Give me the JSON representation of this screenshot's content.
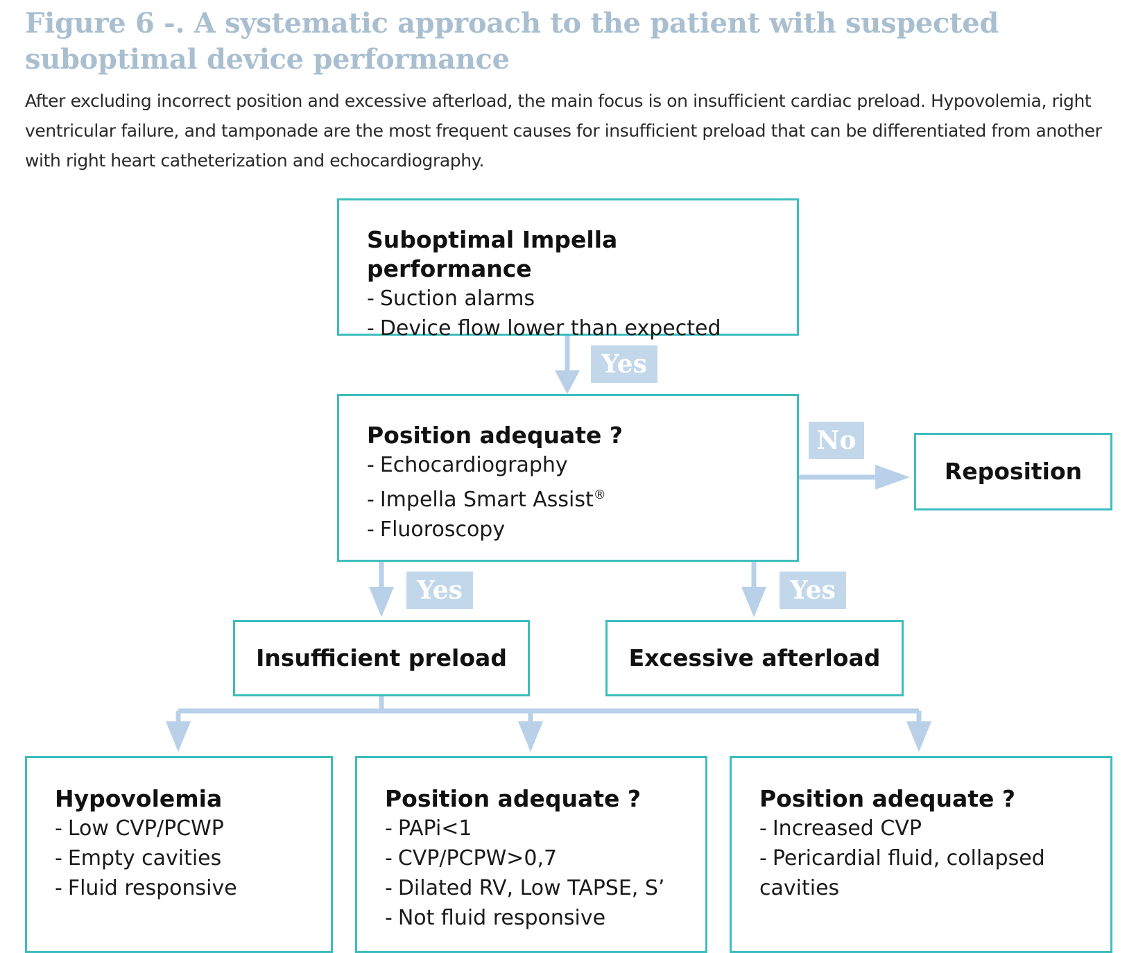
{
  "figure": {
    "title": "Figure 6 -. A systematic approach to the patient with suspected suboptimal device performance",
    "caption": "After excluding incorrect position and excessive afterload, the main focus is on insufficient cardiac preload. Hypovolemia, right ventricular failure, and tamponade are the most frequent causes for insufficient preload that can be differentiated from another with right heart catheterization and echocardiography."
  },
  "colors": {
    "box_border": "#3dbdbd",
    "arrow": "#b8d0e8",
    "label_bg": "#c2d7ea",
    "title": "#a9bfd0"
  },
  "nodes": {
    "suboptimal": {
      "title": "Suboptimal Impella performance",
      "items": [
        "Suction alarms",
        "Device flow lower than expected"
      ]
    },
    "position": {
      "title": "Position adequate ?",
      "items": [
        "Echocardiography",
        "Impella Smart Assist",
        "Fluoroscopy"
      ],
      "registered_mark": "®"
    },
    "reposition": {
      "title": "Reposition"
    },
    "preload": {
      "title": "Insufficient preload"
    },
    "afterload": {
      "title": "Excessive afterload"
    },
    "hypovolemia": {
      "title": "Hypovolemia",
      "items": [
        "Low CVP/PCWP",
        "Empty cavities",
        "Fluid responsive"
      ]
    },
    "rv_failure": {
      "title": "Position adequate ?",
      "items": [
        "PAPi<1",
        "CVP/PCPW>0,7",
        "Dilated RV, Low TAPSE, S’",
        "Not fluid responsive"
      ]
    },
    "tamponade": {
      "title": "Position adequate ?",
      "items": [
        "Increased CVP",
        "Pericardial fluid, collapsed cavities"
      ]
    }
  },
  "edge_labels": {
    "yes_1": "Yes",
    "no": "No",
    "yes_2": "Yes",
    "yes_3": "Yes"
  },
  "list_dash": "-"
}
